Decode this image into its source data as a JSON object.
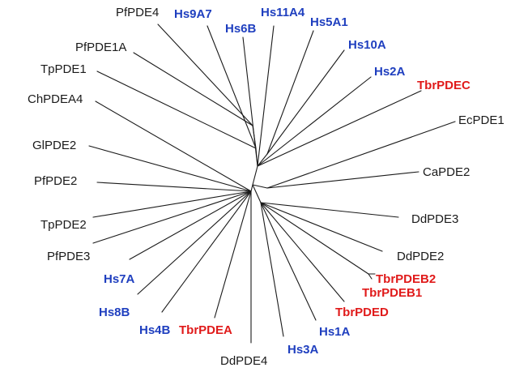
{
  "colors": {
    "default": "#1a1a1a",
    "human": "#1f3fbf",
    "trypanosome": "#e01a1a"
  },
  "labels": {
    "pfpde4": "PfPDE4",
    "hs9a7": "Hs9A7",
    "hs6b": "Hs6B",
    "hs11a4": "Hs11A4",
    "hs5a1": "Hs5A1",
    "hs10a": "Hs10A",
    "hs2a": "Hs2A",
    "tbrpdec": "TbrPDEC",
    "ecpde1": "EcPDE1",
    "capde2": "CaPDE2",
    "ddpde3": "DdPDE3",
    "ddpde2": "DdPDE2",
    "tbrpdeb2": "TbrPDEB2",
    "tbrpdeb1": "TbrPDEB1",
    "tbrpded": "TbrPDED",
    "hs1a": "Hs1A",
    "hs3a": "Hs3A",
    "ddpde4": "DdPDE4",
    "tbrpdea": "TbrPDEA",
    "hs4b": "Hs4B",
    "hs8b": "Hs8B",
    "hs7a": "Hs7A",
    "pfpde3": "PfPDE3",
    "tppde2": "TpPDE2",
    "pfpde2": "PfPDE2",
    "glpde2": "GlPDE2",
    "chpdea4": "ChPDEA4",
    "tppde1": "TpPDE1",
    "pfpde1a": "PfPDE1A"
  }
}
